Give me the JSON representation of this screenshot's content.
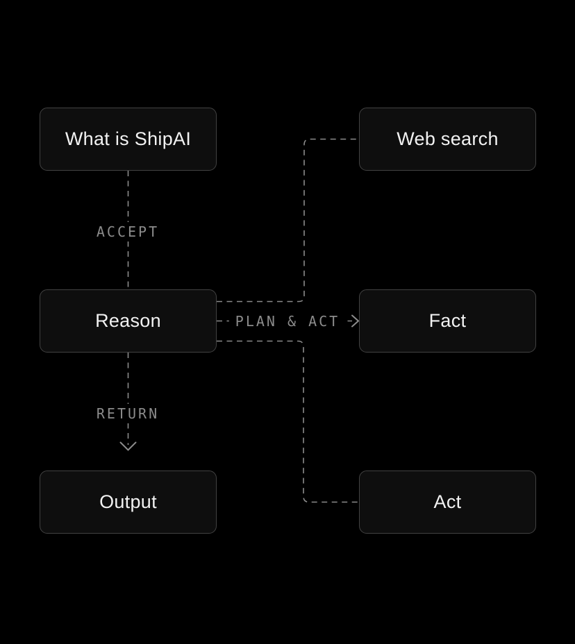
{
  "palette": {
    "page_bg": "#000000",
    "node_bg": "#0e0e0e",
    "node_border": "#424242",
    "node_text": "#f2f2f2",
    "edge": "#8c8c8c",
    "edge_label": "#8c8c8c"
  },
  "nodes": {
    "query": {
      "label": "What is ShipAI"
    },
    "web_search": {
      "label": "Web search"
    },
    "reason": {
      "label": "Reason"
    },
    "fact": {
      "label": "Fact"
    },
    "output": {
      "label": "Output"
    },
    "act": {
      "label": "Act"
    }
  },
  "edges": {
    "accept": {
      "label": "ACCEPT"
    },
    "plan_act": {
      "label": "PLAN & ACT"
    },
    "return": {
      "label": "RETURN"
    }
  }
}
